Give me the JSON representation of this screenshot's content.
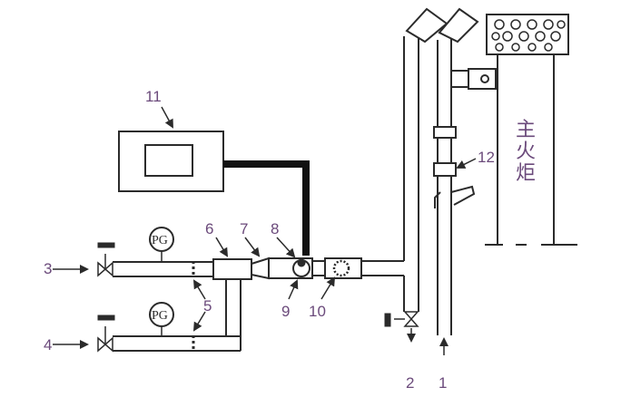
{
  "labels": {
    "n1": "1",
    "n2": "2",
    "n3": "3",
    "n4": "4",
    "n5": "5",
    "n6": "6",
    "n7": "7",
    "n8": "8",
    "n9": "9",
    "n10": "10",
    "n11": "11",
    "n12": "12"
  },
  "gauges": {
    "upper": "PG",
    "lower": "PG"
  },
  "flare": {
    "line1": "主",
    "line2": "火",
    "line3": "炬"
  },
  "colors": {
    "line": "#2b2b2b",
    "label": "#6b4a7b"
  }
}
